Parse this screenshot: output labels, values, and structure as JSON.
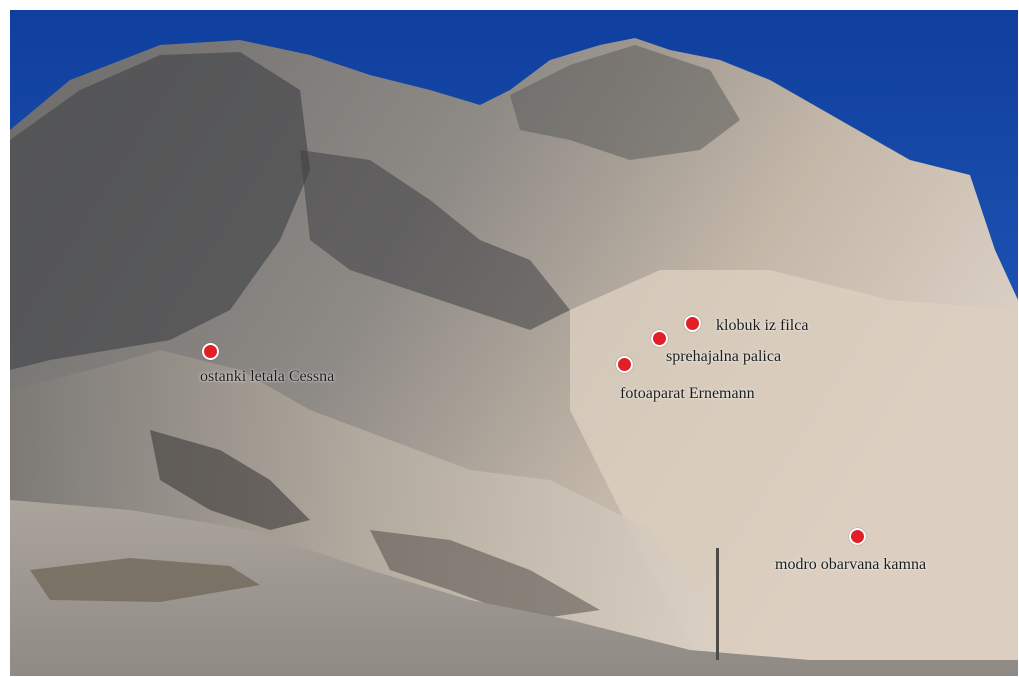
{
  "photo": {
    "markers": [
      {
        "id": "klobuk",
        "label": "klobuk iz filca"
      },
      {
        "id": "palica",
        "label": "sprehajalna palica"
      },
      {
        "id": "fotoaparat",
        "label": "fotoaparat Ernemann"
      },
      {
        "id": "cessna",
        "label": "ostanki letala Cessna"
      },
      {
        "id": "kamna",
        "label": "modro obarvana kamna"
      }
    ],
    "colors": {
      "sky": "#1d4fb8",
      "marker": "#e21e26",
      "label_text": "#1a1a1a"
    }
  }
}
